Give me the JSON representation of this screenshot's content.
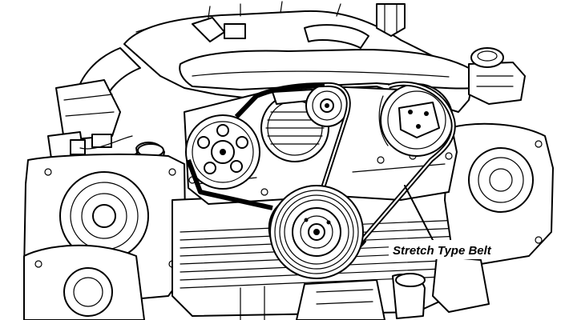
{
  "diagram": {
    "callout": {
      "text": "Stretch Type Belt"
    },
    "parts": {
      "belt": "belt",
      "crank_pulley": "crankshaft-pulley",
      "water_pump_pulley": "water-pump-pulley",
      "alternator": "alternator",
      "idler_pulley": "idler-pulley",
      "ac_compressor": "ac-compressor",
      "intake_manifold": "intake-manifold",
      "timing_cover_left": "timing-cover-left",
      "timing_cover_right": "timing-cover-right",
      "radiator_cap": "radiator-cap"
    }
  }
}
